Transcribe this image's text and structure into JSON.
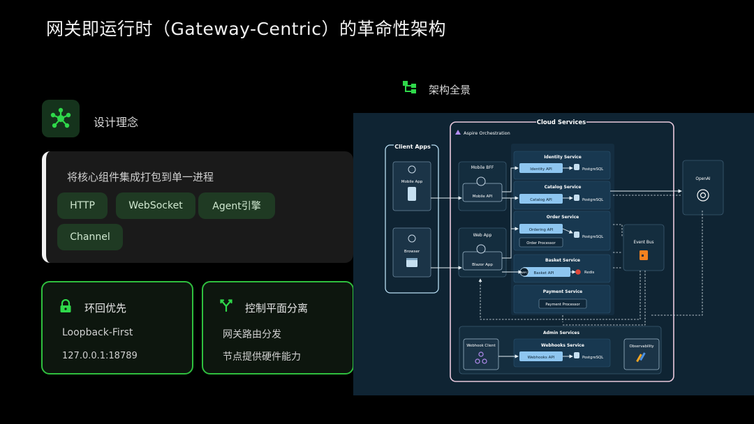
{
  "title": "网关即运行时（Gateway-Centric）的革命性架构",
  "design": {
    "heading": "设计理念",
    "description": "将核心组件集成打包到单一进程",
    "chips": [
      "HTTP",
      "WebSocket",
      "Agent引擎",
      "Channel"
    ]
  },
  "cards": [
    {
      "title": "环回优先",
      "icon": "lock-icon",
      "lines": [
        "Loopback-First",
        "127.0.0.1:18789"
      ]
    },
    {
      "title": "控制平面分离",
      "icon": "fork-icon",
      "lines": [
        "网关路由分发",
        "节点提供硬件能力"
      ]
    }
  ],
  "architecture": {
    "heading": "架构全景",
    "cloud_services": "Cloud Services",
    "orchestration": "Aspire Orchestration",
    "client_apps": "Client Apps",
    "mobile_app": "Mobile App",
    "browser": "Browser",
    "mobile_bff": "Mobile BFF",
    "mobile_api": "Mobile API",
    "web_app": "Web App",
    "blazor_app": "Blazor App",
    "identity_service": "Identity Service",
    "identity_api": "Identity API",
    "catalog_service": "Catalog Service",
    "catalog_api": "Catalog API",
    "order_service": "Order Service",
    "ordering_api": "Ordering API",
    "order_processor": "Order Processor",
    "basket_service": "Basket Service",
    "basket_api": "Basket API",
    "redis": "Redis",
    "payment_service": "Payment Service",
    "payment_processor": "Payment Processor",
    "postgresql": "PostgreSQL",
    "event_bus": "Event Bus",
    "openai": "OpenAI",
    "admin_services": "Admin Services",
    "webhook_client": "Webhook Client",
    "webhooks_service": "Webhooks Service",
    "webhooks_api": "Webhooks API",
    "observability": "Observability",
    "grpc": "gRPC"
  },
  "colors": {
    "accent_green": "#2fbf3e",
    "diagram_bg": "#0f2433",
    "api_blue": "#8ec6f0"
  }
}
